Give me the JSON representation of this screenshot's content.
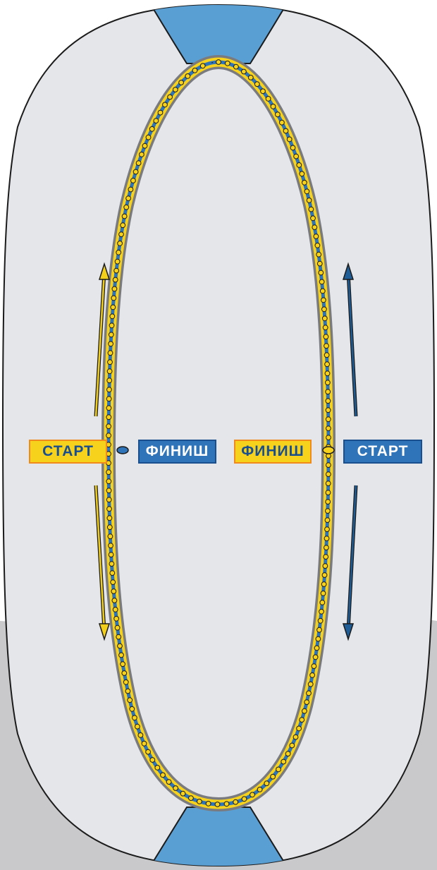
{
  "colors": {
    "field": "#e5e6ea",
    "field_stroke": "#1b1b1b",
    "accent_blue": "#5a9fd4",
    "track_yellow": "#f7d21c",
    "track_blue": "#2f74b9",
    "arrow_yellow": "#f2cf1a",
    "arrow_blue": "#1f5d97",
    "ground": "#c9c9cb"
  },
  "labels": {
    "left_start": "СТАРТ",
    "left_finish": "ФИНИШ",
    "right_finish": "ФИНИШ",
    "right_start": "СТАРТ"
  },
  "arrows": {
    "left": {
      "color": "yellow",
      "direction": "both (up and down)"
    },
    "right": {
      "color": "blue",
      "direction": "both (up and down)"
    }
  },
  "markers": {
    "left": "blue-oval-marker",
    "right": "yellow-oval-marker"
  }
}
